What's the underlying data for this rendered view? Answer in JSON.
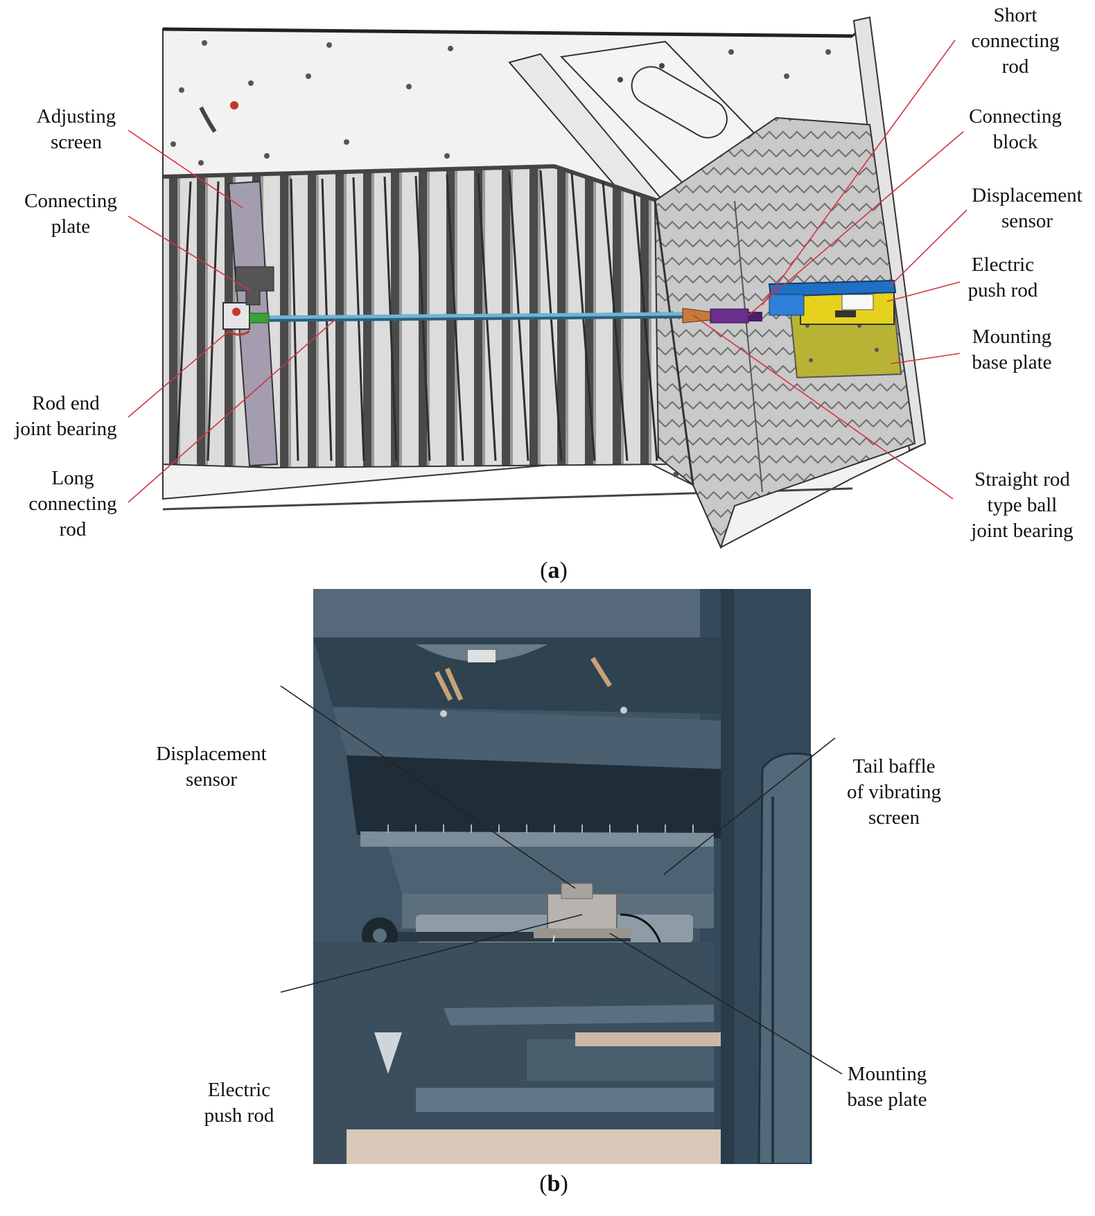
{
  "panel_a": {
    "caption_letter": "a",
    "labels": {
      "adjusting_screen": [
        "Adjusting",
        "screen"
      ],
      "connecting_plate": [
        "Connecting",
        "plate"
      ],
      "rod_end_joint_bearing": [
        "Rod end",
        "joint bearing"
      ],
      "long_connecting_rod": [
        "Long",
        "connecting",
        "rod"
      ],
      "short_connecting_rod": [
        "Short",
        "connecting",
        "rod"
      ],
      "connecting_block": [
        "Connecting",
        "block"
      ],
      "displacement_sensor": [
        "Displacement",
        "sensor"
      ],
      "electric_push_rod": [
        "Electric",
        "push rod"
      ],
      "mounting_base_plate": [
        "Mounting",
        "base plate"
      ],
      "straight_rod_ball_joint_bearing": [
        "Straight rod",
        "type ball",
        "joint bearing"
      ]
    }
  },
  "panel_b": {
    "caption_letter": "b",
    "labels": {
      "displacement_sensor": [
        "Displacement",
        "sensor"
      ],
      "tail_baffle": [
        "Tail baffle",
        "of vibrating",
        "screen"
      ],
      "electric_push_rod": [
        "Electric",
        "push rod"
      ],
      "mounting_base_plate": [
        "Mounting",
        "base plate"
      ]
    }
  },
  "colors": {
    "leader_a": "#d4343c",
    "leader_b": "#222222",
    "sensor_blue": "#1f6fc4",
    "rod_yellow": "#e6d21c",
    "base_olive": "#b9b335",
    "bearing_purple": "#6b2e8f",
    "rod_cyan": "#6bb6d6",
    "machine_slate": "#3f5566"
  }
}
